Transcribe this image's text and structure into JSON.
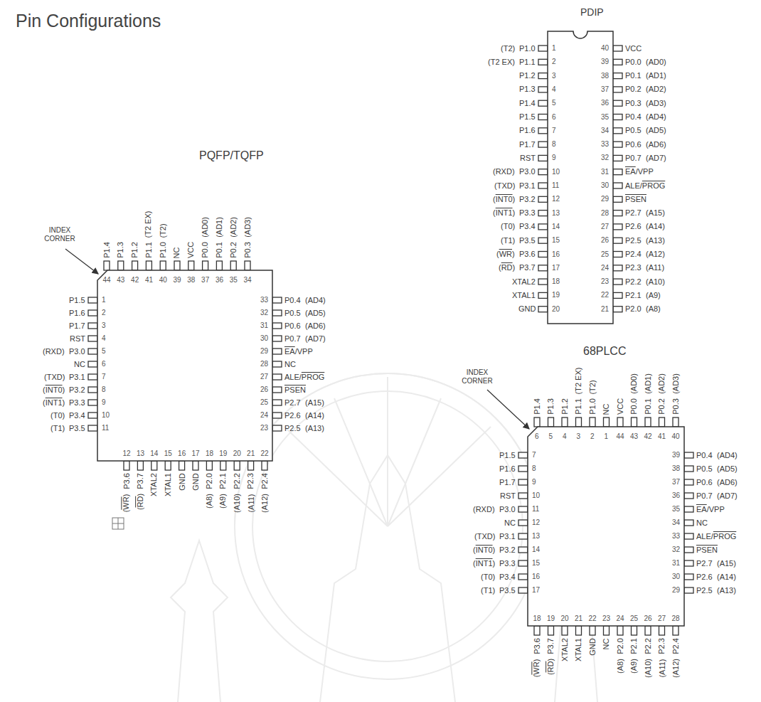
{
  "diagram": {
    "title": "Pin Configurations",
    "nodes": [
      {
        "text": [
          "PDIP"
        ]
      },
      {
        "text": [
          "PQFP/TQFP"
        ]
      },
      {
        "text": [
          "68PLCC"
        ]
      }
    ],
    "labels": [
      "1",
      "P1.0",
      "(T2)",
      "2",
      "P1.1",
      "(T2 EX)",
      "3",
      "P1.2",
      "4",
      "P1.3",
      "5",
      "P1.4",
      "6",
      "P1.5",
      "7",
      "P1.6",
      "8",
      "P1.7",
      "9",
      "RST",
      "10",
      "P3.0",
      "(RXD)",
      "11",
      "P3.1",
      "(TXD)",
      "12",
      "P3.2",
      "(INT0)",
      "13",
      "P3.3",
      "(INT1)",
      "14",
      "P3.4",
      "(T0)",
      "15",
      "P3.5",
      "(T1)",
      "16",
      "P3.6",
      "(WR)",
      "17",
      "P3.7",
      "(RD)",
      "18",
      "XTAL2",
      "19",
      "XTAL1",
      "20",
      "GND",
      "21",
      "P2.0",
      "(A8)",
      "22",
      "P2.1",
      "(A9)",
      "23",
      "P2.2",
      "(A10)",
      "24",
      "P2.3",
      "(A11)",
      "25",
      "P2.4",
      "(A12)",
      "26",
      "P2.5",
      "(A13)",
      "27",
      "P2.6",
      "(A14)",
      "28",
      "P2.7",
      "(A15)",
      "29",
      "PSEN",
      "30",
      "ALE/PROG",
      "31",
      "EA/VPP",
      "32",
      "P0.7",
      "(AD7)",
      "33",
      "P0.6",
      "(AD6)",
      "34",
      "P0.5",
      "(AD5)",
      "35",
      "P0.4",
      "(AD4)",
      "36",
      "P0.3",
      "(AD3)",
      "37",
      "P0.2",
      "(AD2)",
      "38",
      "P0.1",
      "(AD1)",
      "39",
      "P0.0",
      "(AD0)",
      "40",
      "VCC",
      "INDEX CORNER",
      "1",
      "P1.5",
      "2",
      "P1.6",
      "3",
      "P1.7",
      "4",
      "RST",
      "5",
      "P3.0",
      "(RXD)",
      "6",
      "NC",
      "7",
      "P3.1",
      "(TXD)",
      "8",
      "P3.2",
      "(INT0)",
      "9",
      "P3.3",
      "(INT1)",
      "10",
      "P3.4",
      "(T0)",
      "11",
      "P3.5",
      "(T1)",
      "12",
      "P3.6",
      "(WR)",
      "13",
      "P3.7",
      "(RD)",
      "14",
      "XTAL2",
      "15",
      "XTAL1",
      "16",
      "GND",
      "17",
      "GND",
      "18",
      "P2.0",
      "(A8)",
      "19",
      "P2.1",
      "(A9)",
      "20",
      "P2.2",
      "(A10)",
      "21",
      "P2.3",
      "(A11)",
      "22",
      "P2.4",
      "(A12)",
      "23",
      "P2.5",
      "(A13)",
      "24",
      "P2.6",
      "(A14)",
      "25",
      "P2.7",
      "(A15)",
      "26",
      "PSEN",
      "27",
      "ALE/PROG",
      "28",
      "NC",
      "29",
      "EA/VPP",
      "30",
      "P0.7",
      "(AD7)",
      "31",
      "P0.6",
      "(AD6)",
      "32",
      "P0.5",
      "(AD5)",
      "33",
      "P0.4",
      "(AD4)",
      "34",
      "P0.3",
      "(AD3)",
      "35",
      "P0.2",
      "(AD2)",
      "36",
      "P0.1",
      "(AD1)",
      "37",
      "P0.0",
      "(AD0)",
      "38",
      "VCC",
      "39",
      "NC",
      "40",
      "P1.0",
      "(T2)",
      "41",
      "P1.1",
      "(T2 EX)",
      "42",
      "P1.2",
      "43",
      "P1.3",
      "44",
      "P1.4",
      "INDEX CORNER",
      "1",
      "NC",
      "2",
      "P1.0",
      "(T2)",
      "3",
      "P1.1",
      "(T2 EX)",
      "4",
      "P1.2",
      "5",
      "P1.3",
      "6",
      "P1.4",
      "7",
      "P1.5",
      "8",
      "P1.6",
      "9",
      "P1.7",
      "10",
      "RST",
      "11",
      "P3.0",
      "(RXD)",
      "12",
      "NC",
      "13",
      "P3.1",
      "(TXD)",
      "14",
      "P3.2",
      "(INT0)",
      "15",
      "P3.3",
      "(INT1)",
      "16",
      "P3.4",
      "(T0)",
      "17",
      "P3.5",
      "(T1)",
      "18",
      "P3.6",
      "(WR)",
      "19",
      "P3.7",
      "(RD)",
      "20",
      "XTAL2",
      "21",
      "XTAL1",
      "22",
      "GND",
      "23",
      "NC",
      "24",
      "P2.0",
      "(A8)",
      "25",
      "P2.1",
      "(A9)",
      "26",
      "P2.2",
      "(A10)",
      "27",
      "P2.3",
      "(A11)",
      "28",
      "P2.4",
      "(A12)",
      "29",
      "P2.5",
      "(A13)",
      "30",
      "P2.6",
      "(A14)",
      "31",
      "P2.7",
      "(A15)",
      "32",
      "PSEN",
      "33",
      "ALE/PROG",
      "34",
      "NC",
      "35",
      "EA/VPP",
      "36",
      "P0.7",
      "(AD7)",
      "37",
      "P0.6",
      "(AD6)",
      "38",
      "P0.5",
      "(AD5)",
      "39",
      "P0.4",
      "(AD4)",
      "40",
      "P0.3",
      "(AD3)",
      "41",
      "P0.2",
      "(AD2)",
      "42",
      "P0.1",
      "(AD1)",
      "43",
      "P0.0",
      "(AD0)",
      "44",
      "VCC"
    ]
  }
}
